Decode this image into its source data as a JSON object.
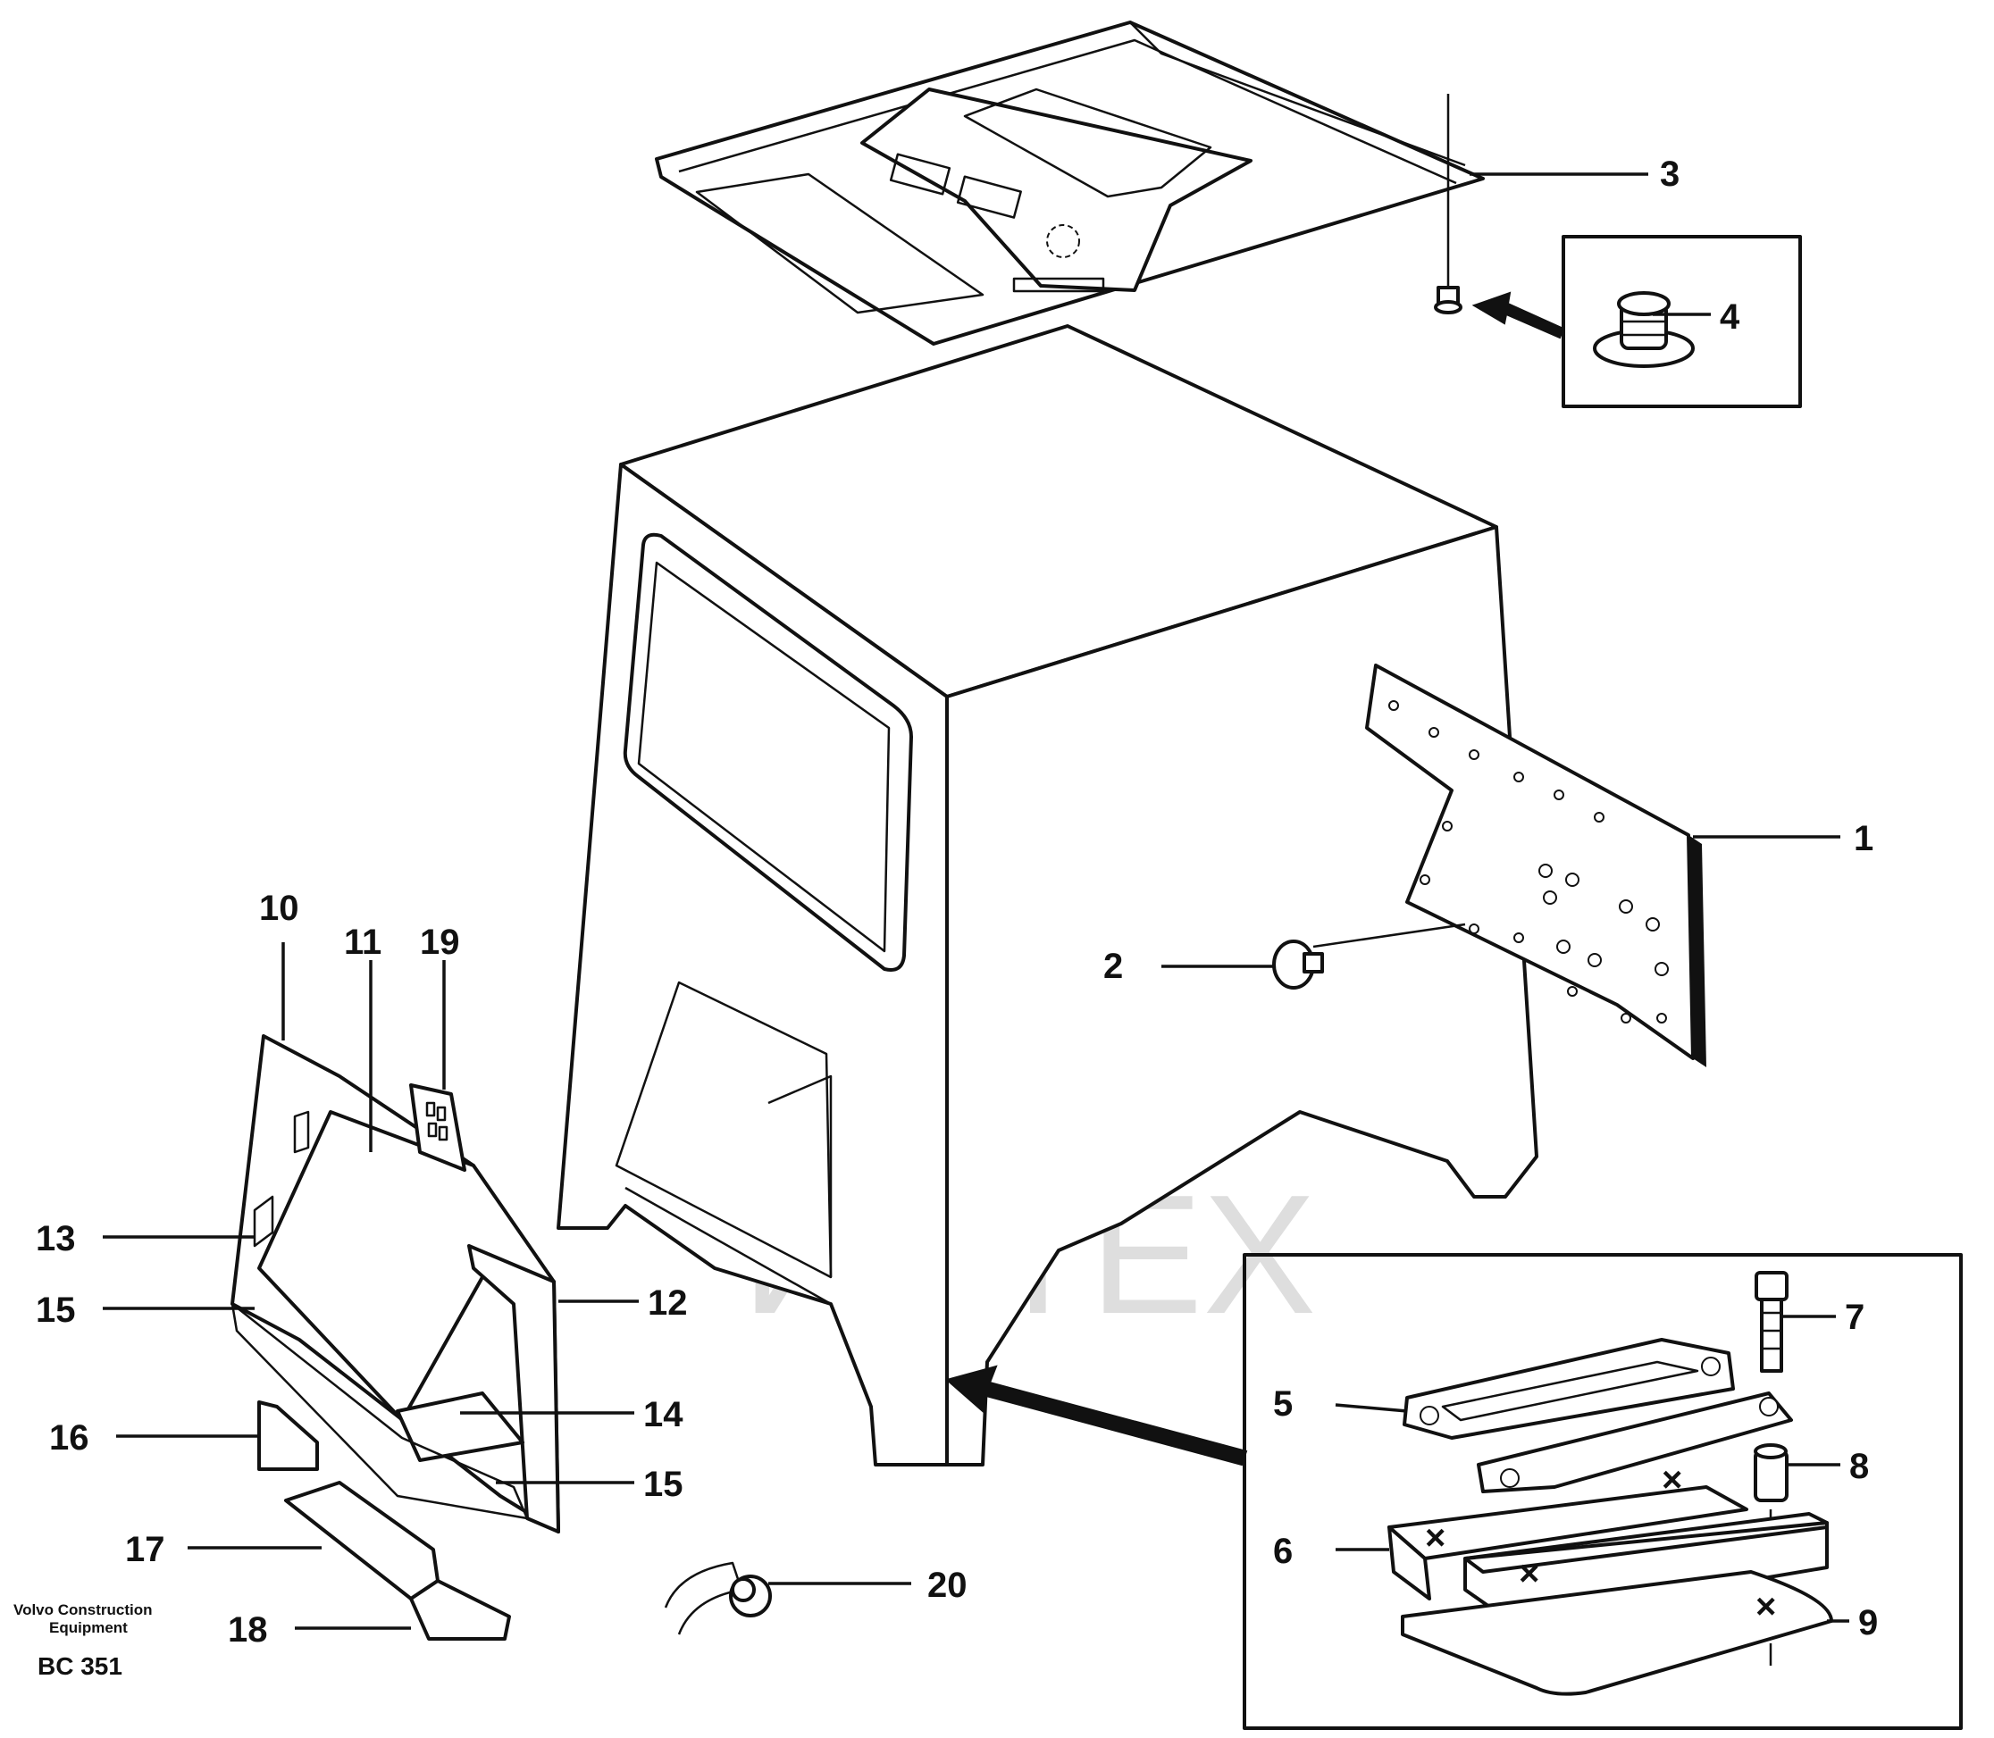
{
  "callouts": [
    {
      "label": "1"
    },
    {
      "label": "2"
    },
    {
      "label": "3"
    },
    {
      "label": "4"
    },
    {
      "label": "5"
    },
    {
      "label": "6"
    },
    {
      "label": "7"
    },
    {
      "label": "8"
    },
    {
      "label": "9"
    },
    {
      "label": "10"
    },
    {
      "label": "11"
    },
    {
      "label": "12"
    },
    {
      "label": "13"
    },
    {
      "label": "14"
    },
    {
      "label": "15"
    },
    {
      "label": "15"
    },
    {
      "label": "16"
    },
    {
      "label": "17"
    },
    {
      "label": "18"
    },
    {
      "label": "19"
    },
    {
      "label": "20"
    }
  ],
  "footer": {
    "company_line1": "Volvo Construction",
    "company_line2": "Equipment",
    "drawing_code": "BC 351"
  },
  "watermark": {
    "text": "ИНТЕХ",
    "logo_color": "#f3a6a6",
    "text_color": "#d9d9d9"
  }
}
